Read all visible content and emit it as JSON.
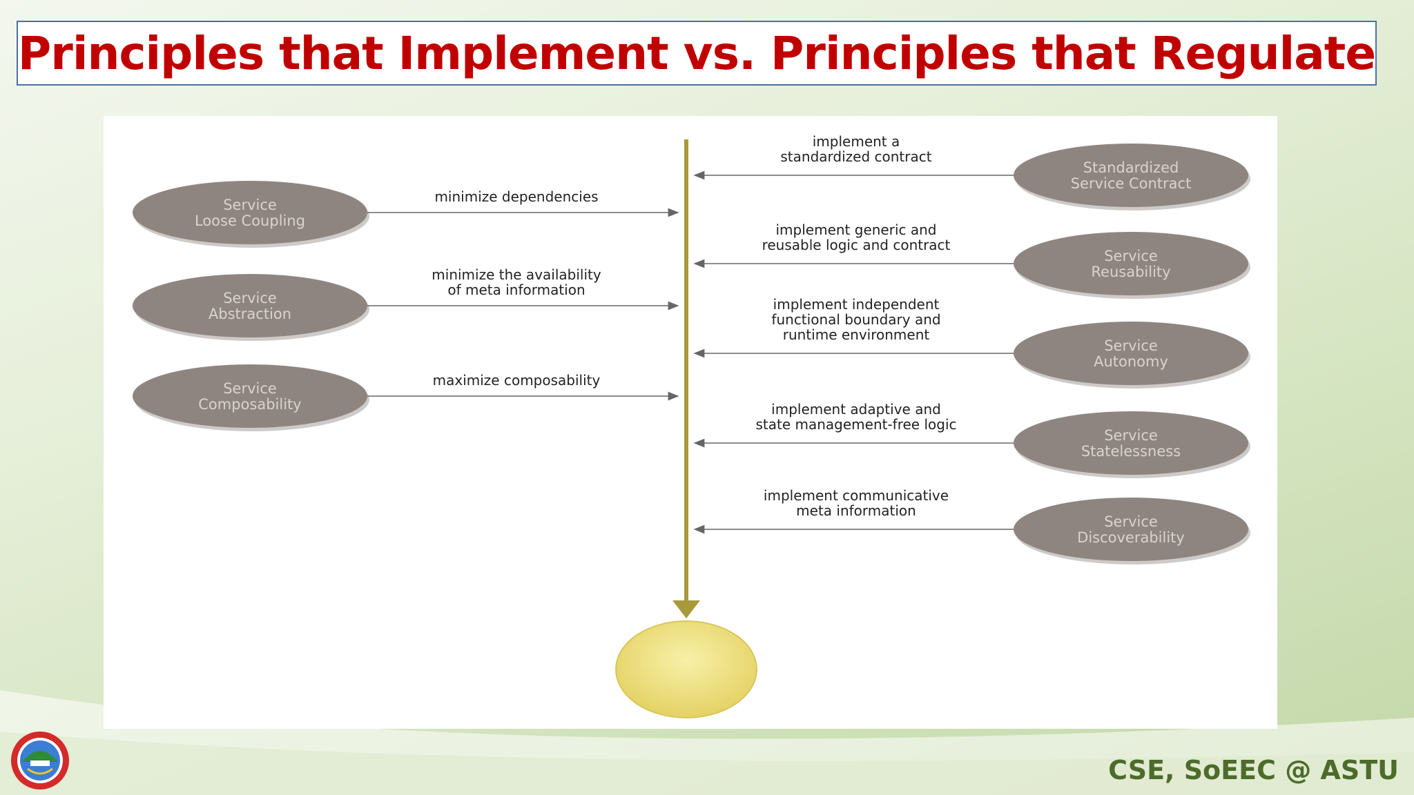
{
  "title": "Principles that Implement vs. Principles that Regulate",
  "footer": "CSE, SoEEC @ ASTU",
  "left_principles": [
    {
      "name_line1": "Service",
      "name_line2": "Loose Coupling",
      "label_lines": [
        "minimize dependencies"
      ]
    },
    {
      "name_line1": "Service",
      "name_line2": "Abstraction",
      "label_lines": [
        "minimize the availability",
        "of meta information"
      ]
    },
    {
      "name_line1": "Service",
      "name_line2": "Composability",
      "label_lines": [
        "maximize composability"
      ]
    }
  ],
  "right_principles": [
    {
      "name_line1": "Standardized",
      "name_line2": "Service Contract",
      "label_lines": [
        "implement a",
        "standardized contract"
      ]
    },
    {
      "name_line1": "Service",
      "name_line2": "Reusability",
      "label_lines": [
        "implement generic and",
        "reusable logic and contract"
      ]
    },
    {
      "name_line1": "Service",
      "name_line2": "Autonomy",
      "label_lines": [
        "implement independent",
        "functional boundary and",
        "runtime environment"
      ]
    },
    {
      "name_line1": "Service",
      "name_line2": "Statelessness",
      "label_lines": [
        "implement adaptive and",
        "state management-free logic"
      ]
    },
    {
      "name_line1": "Service",
      "name_line2": "Discoverability",
      "label_lines": [
        "implement communicative",
        "meta information"
      ]
    }
  ],
  "colors": {
    "ellipse": "#8f8580",
    "ellipse_text": "#d9d3cf",
    "axis": "#a89a3a",
    "goal": "#ecdf7a",
    "title": "#c00000",
    "footer": "#4d6b2a"
  }
}
